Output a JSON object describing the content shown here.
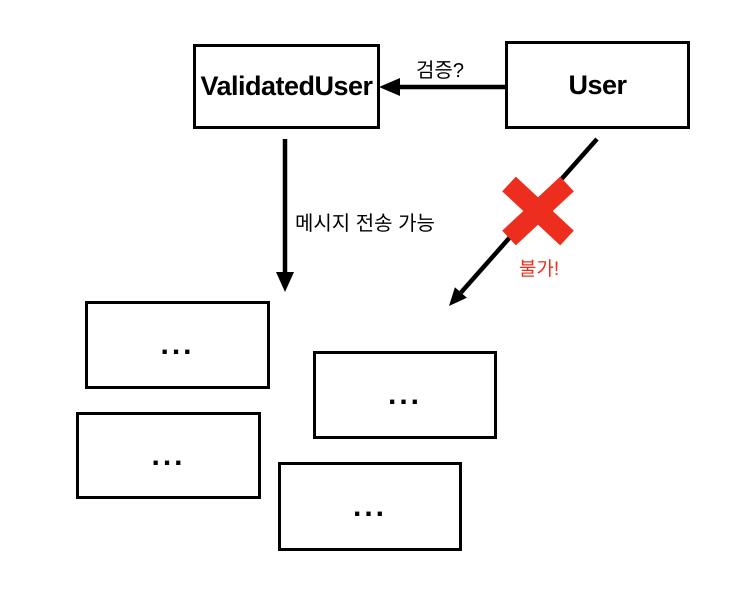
{
  "diagram": {
    "nodes": {
      "validated_user": {
        "label": "ValidatedUser"
      },
      "user": {
        "label": "User"
      },
      "placeholders": [
        {
          "label": "..."
        },
        {
          "label": "..."
        },
        {
          "label": "..."
        },
        {
          "label": "..."
        }
      ]
    },
    "edges": {
      "validate": {
        "label": "검증?"
      },
      "send_ok": {
        "label": "메시지 전송 가능"
      },
      "send_blocked": {
        "label": "불가!"
      }
    },
    "colors": {
      "line": "#000000",
      "error": "#ED2E1E",
      "background": "#FFFFFF"
    }
  }
}
